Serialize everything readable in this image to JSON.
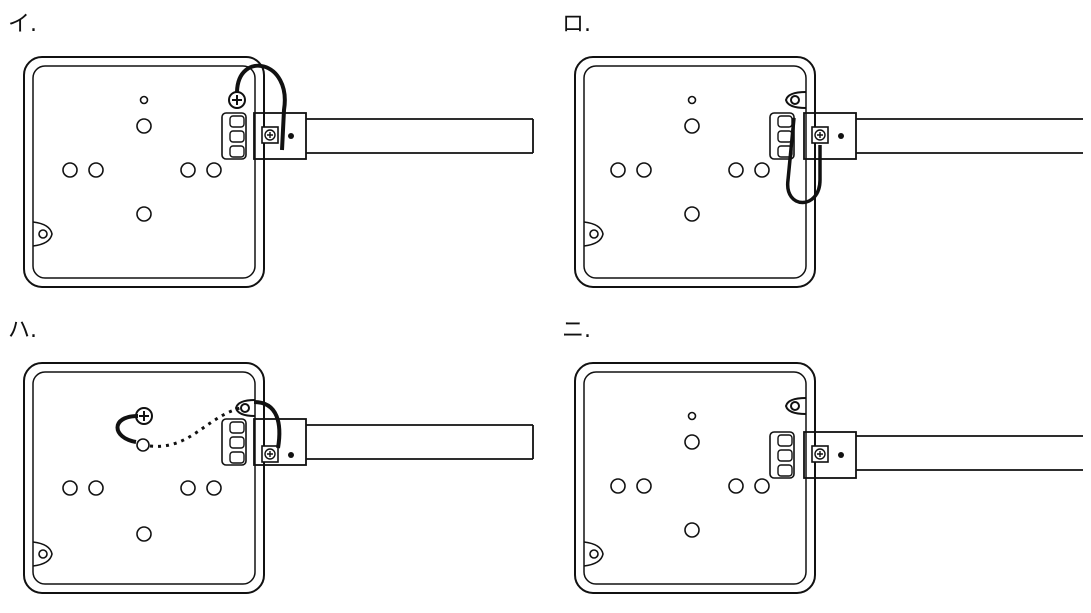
{
  "panels": [
    {
      "id": "i",
      "label": "イ."
    },
    {
      "id": "ro",
      "label": "ロ."
    },
    {
      "id": "ha",
      "label": "ハ."
    },
    {
      "id": "ni",
      "label": "ニ."
    }
  ]
}
